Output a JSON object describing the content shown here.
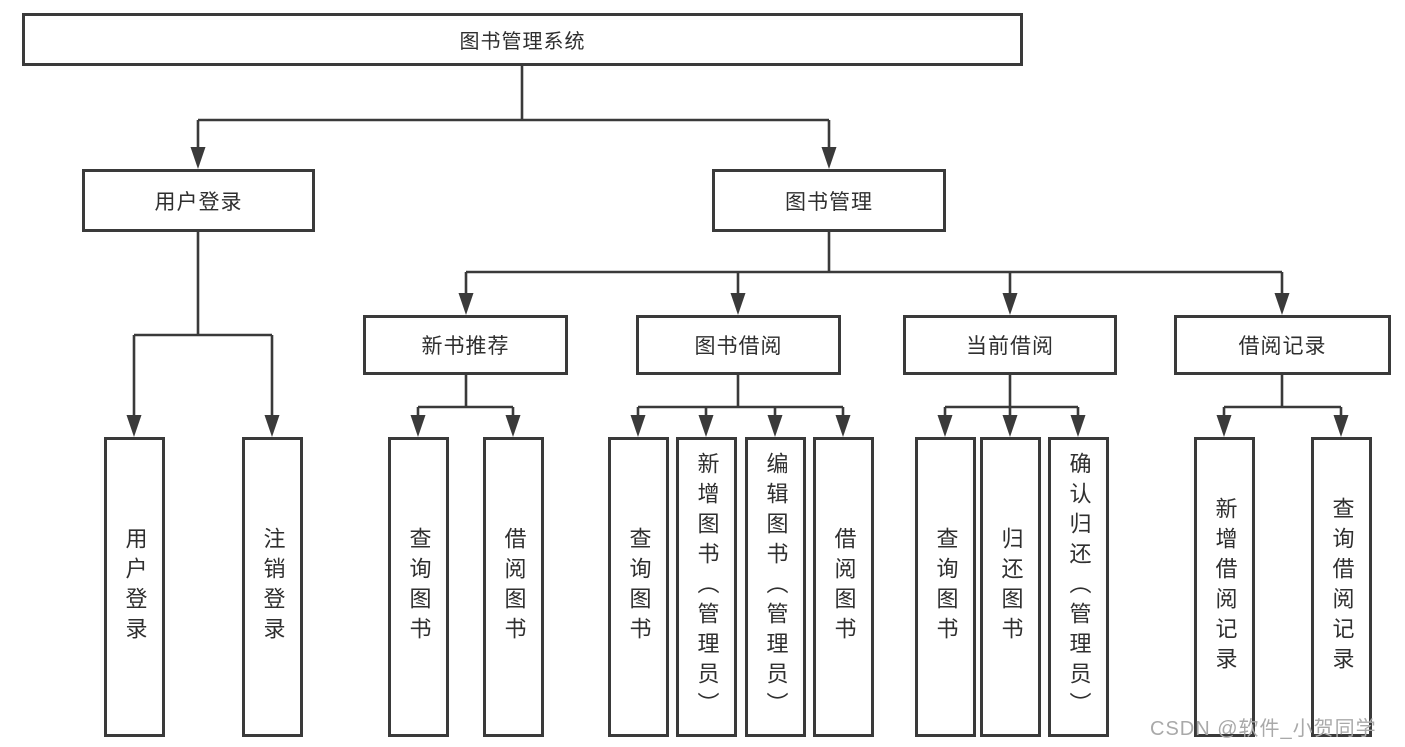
{
  "tree": {
    "label": "图书管理系统",
    "children": [
      {
        "label": "用户登录",
        "children": [
          {
            "label": "用户登录"
          },
          {
            "label": "注销登录"
          }
        ]
      },
      {
        "label": "图书管理",
        "children": [
          {
            "label": "新书推荐",
            "children": [
              {
                "label": "查询图书"
              },
              {
                "label": "借阅图书"
              }
            ]
          },
          {
            "label": "图书借阅",
            "children": [
              {
                "label": "查询图书"
              },
              {
                "label": "新增图书（管理员）"
              },
              {
                "label": "编辑图书（管理员）"
              },
              {
                "label": "借阅图书"
              }
            ]
          },
          {
            "label": "当前借阅",
            "children": [
              {
                "label": "查询图书"
              },
              {
                "label": "归还图书"
              },
              {
                "label": "确认归还（管理员）"
              }
            ]
          },
          {
            "label": "借阅记录",
            "children": [
              {
                "label": "新增借阅记录"
              },
              {
                "label": "查询借阅记录"
              }
            ]
          }
        ]
      }
    ]
  },
  "watermark": {
    "text": "CSDN @软件_小贺同学"
  },
  "colors": {
    "line": "#3a3a3a",
    "text": "#2f2f2f",
    "bg": "#ffffff",
    "watermark": "#a9a9a9"
  }
}
